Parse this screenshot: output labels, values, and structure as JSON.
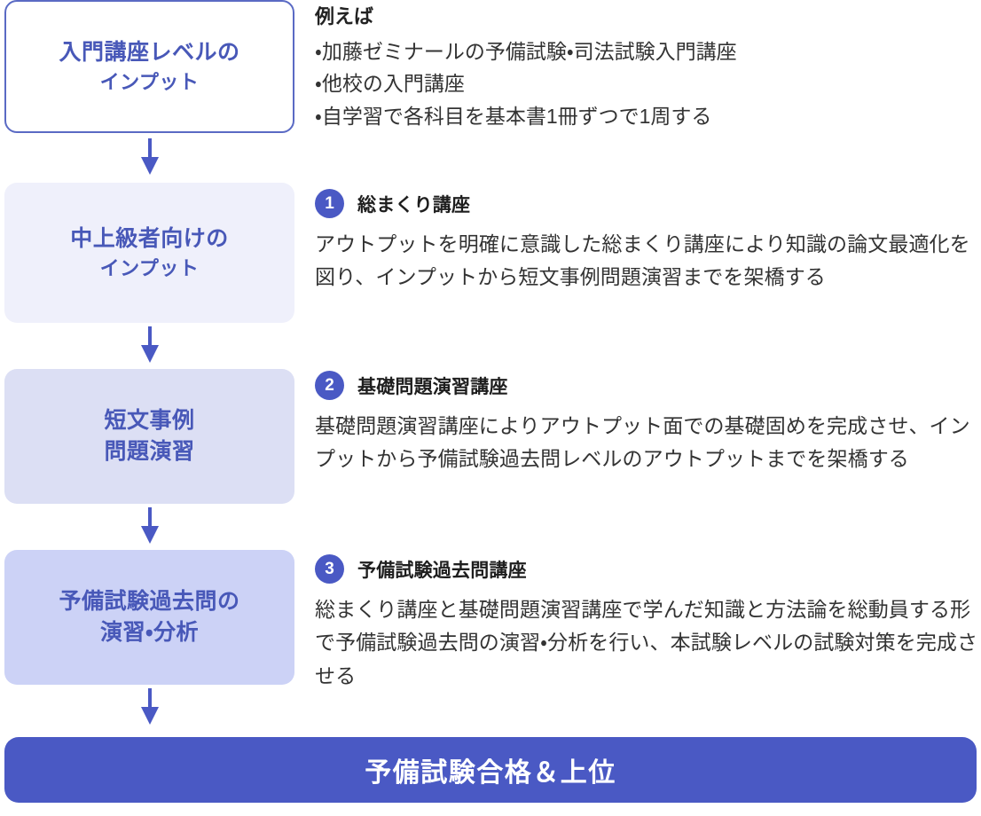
{
  "colors": {
    "accent": "#4a59c4",
    "box_text": "#4858b8",
    "box1_border": "#5a6ac4",
    "box1_fill": "#ffffff",
    "box2_fill": "#eff0fb",
    "box3_fill": "#dcdff4",
    "box4_fill": "#ccd2f6",
    "banner_fill": "#4a59c4",
    "body_text": "#333333"
  },
  "flow": {
    "stages": [
      {
        "id": "intro-input",
        "line1": "入門講座レベルの",
        "line2": "インプット"
      },
      {
        "id": "intermediate-input",
        "line1": "中上級者向けの",
        "line2": "インプット"
      },
      {
        "id": "short-case-practice",
        "line1": "短文事例",
        "line2": "問題演習"
      },
      {
        "id": "past-exam-practice",
        "line1": "予備試験過去問の",
        "line2": "演習・分析"
      }
    ],
    "arrow_icon": "arrow-down-icon"
  },
  "example": {
    "title": "例えば",
    "items": [
      "・加藤ゼミナールの予備試験・司法試験入門講座",
      "・他校の入門講座",
      "・自学習で各科目を基本書1冊ずつで1周する"
    ]
  },
  "steps": [
    {
      "number": "1",
      "title": "総まくり講座",
      "body": "アウトプットを明確に意識した総まくり講座により知識の論文最適化を図り、インプットから短文事例問題演習までを架橋する"
    },
    {
      "number": "2",
      "title": "基礎問題演習講座",
      "body": "基礎問題演習講座によりアウトプット面での基礎固めを完成させ、インプットから予備試験過去問レベルのアウトプットまでを架橋する"
    },
    {
      "number": "3",
      "title": "予備試験過去問講座",
      "body": "総まくり講座と基礎問題演習講座で学んだ知識と方法論を総動員する形で予備試験過去問の演習・分析を行い、本試験レベルの試験対策を完成させる"
    }
  ],
  "banner": {
    "label": "予備試験合格＆上位"
  }
}
